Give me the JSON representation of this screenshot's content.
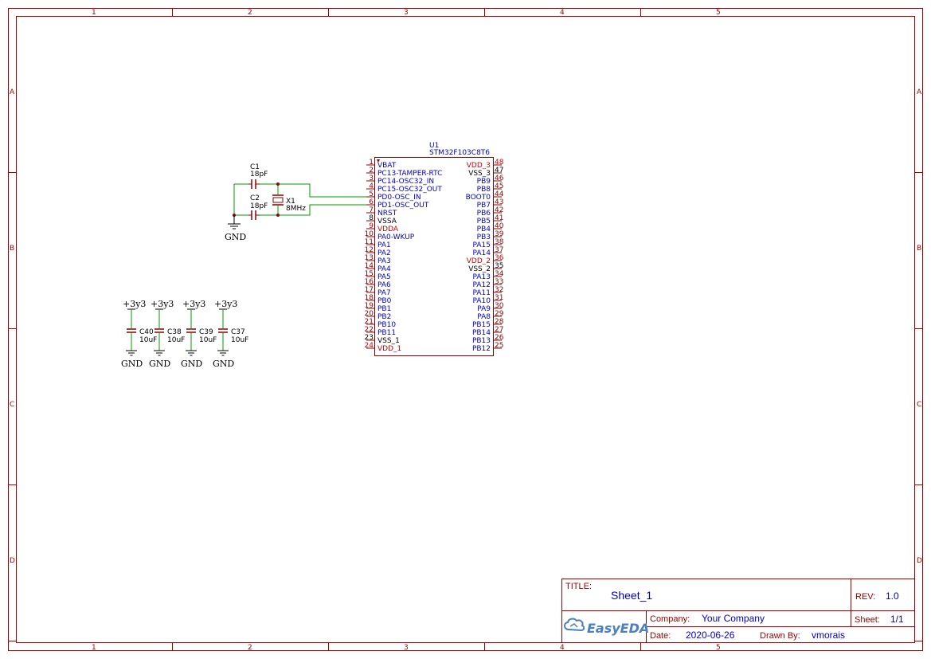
{
  "frame": {
    "columns": [
      "1",
      "2",
      "3",
      "4",
      "5"
    ],
    "rows": [
      "A",
      "B",
      "C",
      "D"
    ]
  },
  "ic": {
    "designator": "U1",
    "part": "STM32F103C8T6",
    "left_pins": [
      {
        "num": "1",
        "name": "VBAT",
        "color": "blue"
      },
      {
        "num": "2",
        "name": "PC13-TAMPER-RTC",
        "color": "blue"
      },
      {
        "num": "3",
        "name": "PC14-OSC32_IN",
        "color": "blue"
      },
      {
        "num": "4",
        "name": "PC15-OSC32_OUT",
        "color": "blue"
      },
      {
        "num": "5",
        "name": "PD0-OSC_IN",
        "color": "blue"
      },
      {
        "num": "6",
        "name": "PD1-OSC_OUT",
        "color": "blue"
      },
      {
        "num": "7",
        "name": "NRST",
        "color": "blue"
      },
      {
        "num": "8",
        "name": "VSSA",
        "color": "black"
      },
      {
        "num": "9",
        "name": "VDDA",
        "color": "red"
      },
      {
        "num": "10",
        "name": "PA0-WKUP",
        "color": "blue"
      },
      {
        "num": "11",
        "name": "PA1",
        "color": "blue"
      },
      {
        "num": "12",
        "name": "PA2",
        "color": "blue"
      },
      {
        "num": "13",
        "name": "PA3",
        "color": "blue"
      },
      {
        "num": "14",
        "name": "PA4",
        "color": "blue"
      },
      {
        "num": "15",
        "name": "PA5",
        "color": "blue"
      },
      {
        "num": "16",
        "name": "PA6",
        "color": "blue"
      },
      {
        "num": "17",
        "name": "PA7",
        "color": "blue"
      },
      {
        "num": "18",
        "name": "PB0",
        "color": "blue"
      },
      {
        "num": "19",
        "name": "PB1",
        "color": "blue"
      },
      {
        "num": "20",
        "name": "PB2",
        "color": "blue"
      },
      {
        "num": "21",
        "name": "PB10",
        "color": "blue"
      },
      {
        "num": "22",
        "name": "PB11",
        "color": "blue"
      },
      {
        "num": "23",
        "name": "VSS_1",
        "color": "black"
      },
      {
        "num": "24",
        "name": "VDD_1",
        "color": "red"
      }
    ],
    "right_pins": [
      {
        "num": "48",
        "name": "VDD_3",
        "color": "red"
      },
      {
        "num": "47",
        "name": "VSS_3",
        "color": "black"
      },
      {
        "num": "46",
        "name": "PB9",
        "color": "blue"
      },
      {
        "num": "45",
        "name": "PB8",
        "color": "blue"
      },
      {
        "num": "44",
        "name": "BOOT0",
        "color": "blue"
      },
      {
        "num": "43",
        "name": "PB7",
        "color": "blue"
      },
      {
        "num": "42",
        "name": "PB6",
        "color": "blue"
      },
      {
        "num": "41",
        "name": "PB5",
        "color": "blue"
      },
      {
        "num": "40",
        "name": "PB4",
        "color": "blue"
      },
      {
        "num": "39",
        "name": "PB3",
        "color": "blue"
      },
      {
        "num": "38",
        "name": "PA15",
        "color": "blue"
      },
      {
        "num": "37",
        "name": "PA14",
        "color": "blue"
      },
      {
        "num": "36",
        "name": "VDD_2",
        "color": "red"
      },
      {
        "num": "35",
        "name": "VSS_2",
        "color": "black"
      },
      {
        "num": "34",
        "name": "PA13",
        "color": "blue"
      },
      {
        "num": "33",
        "name": "PA12",
        "color": "blue"
      },
      {
        "num": "32",
        "name": "PA11",
        "color": "blue"
      },
      {
        "num": "31",
        "name": "PA10",
        "color": "blue"
      },
      {
        "num": "30",
        "name": "PA9",
        "color": "blue"
      },
      {
        "num": "29",
        "name": "PA8",
        "color": "blue"
      },
      {
        "num": "28",
        "name": "PB15",
        "color": "blue"
      },
      {
        "num": "27",
        "name": "PB14",
        "color": "blue"
      },
      {
        "num": "26",
        "name": "PB13",
        "color": "blue"
      },
      {
        "num": "25",
        "name": "PB12",
        "color": "blue"
      }
    ]
  },
  "crystal": {
    "c1_name": "C1",
    "c1_value": "18pF",
    "c2_name": "C2",
    "c2_value": "18pF",
    "x1_name": "X1",
    "x1_value": "8MHz",
    "gnd": "GND"
  },
  "decoupling": [
    {
      "power": "+3y3",
      "name": "C40",
      "value": "10uF",
      "gnd": "GND"
    },
    {
      "power": "+3y3",
      "name": "C38",
      "value": "10uF",
      "gnd": "GND"
    },
    {
      "power": "+3y3",
      "name": "C39",
      "value": "10uF",
      "gnd": "GND"
    },
    {
      "power": "+3y3",
      "name": "C37",
      "value": "10uF",
      "gnd": "GND"
    }
  ],
  "title_block": {
    "title_label": "TITLE:",
    "title": "Sheet_1",
    "rev_label": "REV:",
    "rev": "1.0",
    "logo_text": "EasyEDA",
    "company_label": "Company:",
    "company": "Your Company",
    "sheet_label": "Sheet:",
    "sheet": "1/1",
    "date_label": "Date:",
    "date": "2020-06-26",
    "drawn_label": "Drawn By:",
    "drawn_by": "vmorais"
  },
  "colors": {
    "frame": "#990000",
    "wire": "#009900",
    "pin_name": "#0000cc",
    "power_pin": "#cc0000"
  }
}
